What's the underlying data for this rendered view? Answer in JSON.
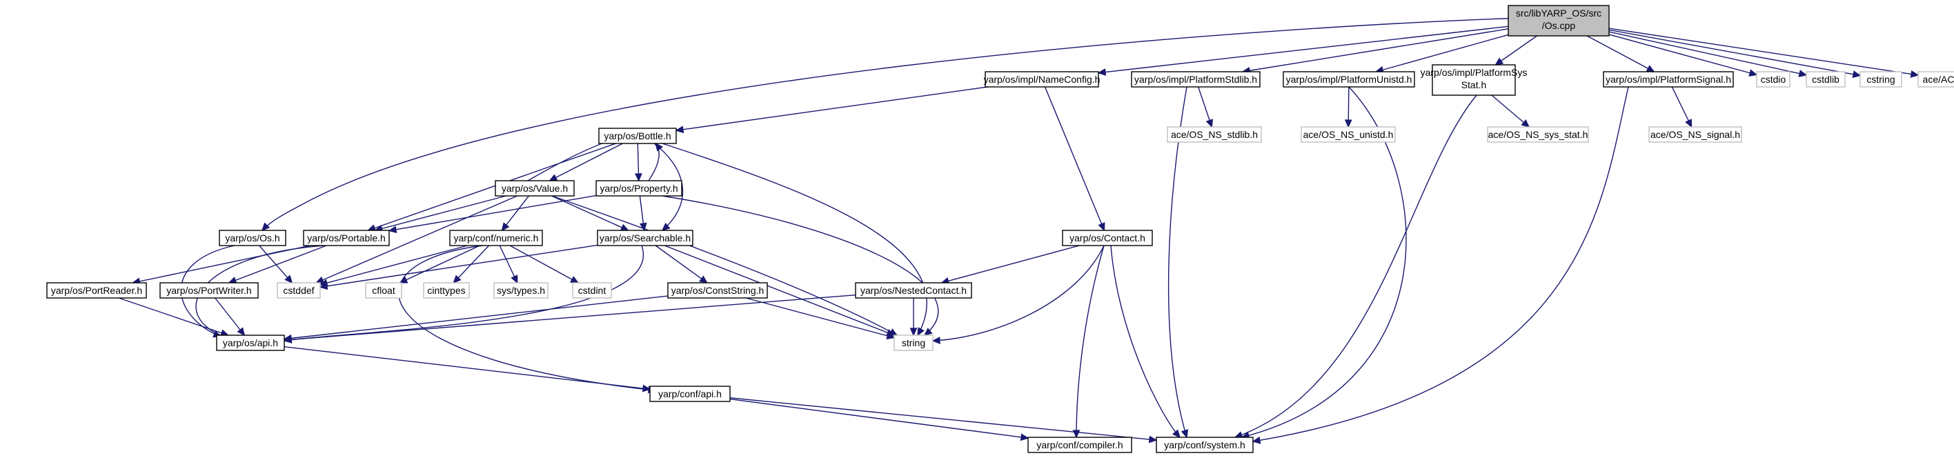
{
  "graph": {
    "colors": {
      "edge": "#191970",
      "root_fill": "#bfbfbf",
      "node_border": "#000000",
      "external_border": "#bfbfbf"
    },
    "nodes": [
      {
        "id": "root",
        "label": [
          "src/libYARP_OS/src",
          "/Os.cpp"
        ],
        "kind": "root"
      },
      {
        "id": "namecfg",
        "label": [
          "yarp/os/impl/NameConfig.h"
        ],
        "kind": "local"
      },
      {
        "id": "pstdlib",
        "label": [
          "yarp/os/impl/PlatformStdlib.h"
        ],
        "kind": "local"
      },
      {
        "id": "punistd",
        "label": [
          "yarp/os/impl/PlatformUnistd.h"
        ],
        "kind": "local"
      },
      {
        "id": "psysstat",
        "label": [
          "yarp/os/impl/PlatformSys",
          "Stat.h"
        ],
        "kind": "local"
      },
      {
        "id": "psignal",
        "label": [
          "yarp/os/impl/PlatformSignal.h"
        ],
        "kind": "local"
      },
      {
        "id": "cstdio",
        "label": [
          "cstdio"
        ],
        "kind": "external"
      },
      {
        "id": "cstdlib",
        "label": [
          "cstdlib"
        ],
        "kind": "external"
      },
      {
        "id": "cstring",
        "label": [
          "cstring"
        ],
        "kind": "external"
      },
      {
        "id": "aceh",
        "label": [
          "ace/ACE.h"
        ],
        "kind": "external"
      },
      {
        "id": "osnsstdlib",
        "label": [
          "ace/OS_NS_stdlib.h"
        ],
        "kind": "external"
      },
      {
        "id": "osnsunistd",
        "label": [
          "ace/OS_NS_unistd.h"
        ],
        "kind": "external"
      },
      {
        "id": "osnssysstat",
        "label": [
          "ace/OS_NS_sys_stat.h"
        ],
        "kind": "external"
      },
      {
        "id": "osnssignal",
        "label": [
          "ace/OS_NS_signal.h"
        ],
        "kind": "external"
      },
      {
        "id": "bottle",
        "label": [
          "yarp/os/Bottle.h"
        ],
        "kind": "local"
      },
      {
        "id": "value",
        "label": [
          "yarp/os/Value.h"
        ],
        "kind": "local"
      },
      {
        "id": "property",
        "label": [
          "yarp/os/Property.h"
        ],
        "kind": "local"
      },
      {
        "id": "osh",
        "label": [
          "yarp/os/Os.h"
        ],
        "kind": "local"
      },
      {
        "id": "portable",
        "label": [
          "yarp/os/Portable.h"
        ],
        "kind": "local"
      },
      {
        "id": "numeric",
        "label": [
          "yarp/conf/numeric.h"
        ],
        "kind": "local"
      },
      {
        "id": "searchable",
        "label": [
          "yarp/os/Searchable.h"
        ],
        "kind": "local"
      },
      {
        "id": "contact",
        "label": [
          "yarp/os/Contact.h"
        ],
        "kind": "local"
      },
      {
        "id": "cstddef",
        "label": [
          "cstddef"
        ],
        "kind": "external"
      },
      {
        "id": "cfloat",
        "label": [
          "cfloat"
        ],
        "kind": "external"
      },
      {
        "id": "cinttypes",
        "label": [
          "cinttypes"
        ],
        "kind": "external"
      },
      {
        "id": "systypes",
        "label": [
          "sys/types.h"
        ],
        "kind": "external"
      },
      {
        "id": "cstdint",
        "label": [
          "cstdint"
        ],
        "kind": "external"
      },
      {
        "id": "portreader",
        "label": [
          "yarp/os/PortReader.h"
        ],
        "kind": "local"
      },
      {
        "id": "portwriter",
        "label": [
          "yarp/os/PortWriter.h"
        ],
        "kind": "local"
      },
      {
        "id": "conststring",
        "label": [
          "yarp/os/ConstString.h"
        ],
        "kind": "local"
      },
      {
        "id": "nested",
        "label": [
          "yarp/os/NestedContact.h"
        ],
        "kind": "local"
      },
      {
        "id": "string",
        "label": [
          "string"
        ],
        "kind": "external"
      },
      {
        "id": "osapi",
        "label": [
          "yarp/os/api.h"
        ],
        "kind": "local"
      },
      {
        "id": "confapi",
        "label": [
          "yarp/conf/api.h"
        ],
        "kind": "local"
      },
      {
        "id": "compiler",
        "label": [
          "yarp/conf/compiler.h"
        ],
        "kind": "local"
      },
      {
        "id": "system",
        "label": [
          "yarp/conf/system.h"
        ],
        "kind": "local"
      }
    ],
    "edges": [
      [
        "root",
        "namecfg"
      ],
      [
        "root",
        "pstdlib"
      ],
      [
        "root",
        "punistd"
      ],
      [
        "root",
        "psysstat"
      ],
      [
        "root",
        "psignal"
      ],
      [
        "root",
        "cstdio"
      ],
      [
        "root",
        "cstdlib"
      ],
      [
        "root",
        "cstring"
      ],
      [
        "root",
        "aceh"
      ],
      [
        "root",
        "osh"
      ],
      [
        "namecfg",
        "bottle"
      ],
      [
        "namecfg",
        "contact"
      ],
      [
        "pstdlib",
        "osnsstdlib"
      ],
      [
        "pstdlib",
        "system"
      ],
      [
        "punistd",
        "osnsunistd"
      ],
      [
        "punistd",
        "system"
      ],
      [
        "psysstat",
        "osnssysstat"
      ],
      [
        "psysstat",
        "system"
      ],
      [
        "psignal",
        "osnssignal"
      ],
      [
        "psignal",
        "system"
      ],
      [
        "bottle",
        "value"
      ],
      [
        "bottle",
        "property"
      ],
      [
        "bottle",
        "portable"
      ],
      [
        "bottle",
        "searchable"
      ],
      [
        "bottle",
        "string"
      ],
      [
        "value",
        "bottle"
      ],
      [
        "value",
        "portable"
      ],
      [
        "value",
        "searchable"
      ],
      [
        "value",
        "numeric"
      ],
      [
        "value",
        "cstddef"
      ],
      [
        "value",
        "string"
      ],
      [
        "property",
        "bottle"
      ],
      [
        "property",
        "searchable"
      ],
      [
        "property",
        "portable"
      ],
      [
        "property",
        "string"
      ],
      [
        "osh",
        "cstddef"
      ],
      [
        "osh",
        "osapi"
      ],
      [
        "portable",
        "portreader"
      ],
      [
        "portable",
        "portwriter"
      ],
      [
        "portable",
        "osapi"
      ],
      [
        "numeric",
        "cstddef"
      ],
      [
        "numeric",
        "cfloat"
      ],
      [
        "numeric",
        "cinttypes"
      ],
      [
        "numeric",
        "systypes"
      ],
      [
        "numeric",
        "cstdint"
      ],
      [
        "numeric",
        "confapi"
      ],
      [
        "searchable",
        "cstddef"
      ],
      [
        "searchable",
        "conststring"
      ],
      [
        "searchable",
        "string"
      ],
      [
        "searchable",
        "osapi"
      ],
      [
        "contact",
        "nested"
      ],
      [
        "contact",
        "string"
      ],
      [
        "contact",
        "compiler"
      ],
      [
        "contact",
        "system"
      ],
      [
        "portreader",
        "osapi"
      ],
      [
        "portwriter",
        "osapi"
      ],
      [
        "conststring",
        "osapi"
      ],
      [
        "conststring",
        "string"
      ],
      [
        "nested",
        "osapi"
      ],
      [
        "nested",
        "string"
      ],
      [
        "osapi",
        "confapi"
      ],
      [
        "confapi",
        "compiler"
      ],
      [
        "confapi",
        "system"
      ]
    ]
  }
}
